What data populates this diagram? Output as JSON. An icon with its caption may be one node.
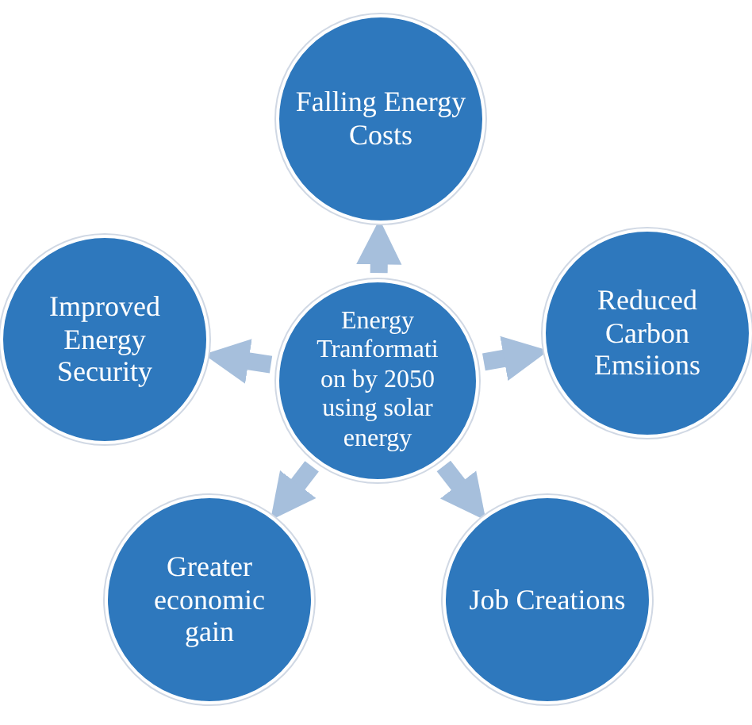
{
  "diagram": {
    "nodes": [
      {
        "text": [
          "Falling Energy Costs"
        ]
      },
      {
        "text": [
          "Improved Energy Security"
        ]
      },
      {
        "text": [
          "Reduced Carbon Emsiions"
        ]
      },
      {
        "text": [
          "Energy Tranformati on by 2050 using solar energy"
        ]
      },
      {
        "text": [
          "Greater economic gain"
        ]
      },
      {
        "text": [
          "Job Creations"
        ]
      }
    ],
    "edges": [
      {
        "from": 3,
        "to": 0,
        "arrow": "to"
      },
      {
        "from": 3,
        "to": 1,
        "arrow": "to"
      },
      {
        "from": 3,
        "to": 2,
        "arrow": "to"
      },
      {
        "from": 3,
        "to": 4,
        "arrow": "to"
      },
      {
        "from": 3,
        "to": 5,
        "arrow": "to"
      }
    ]
  }
}
